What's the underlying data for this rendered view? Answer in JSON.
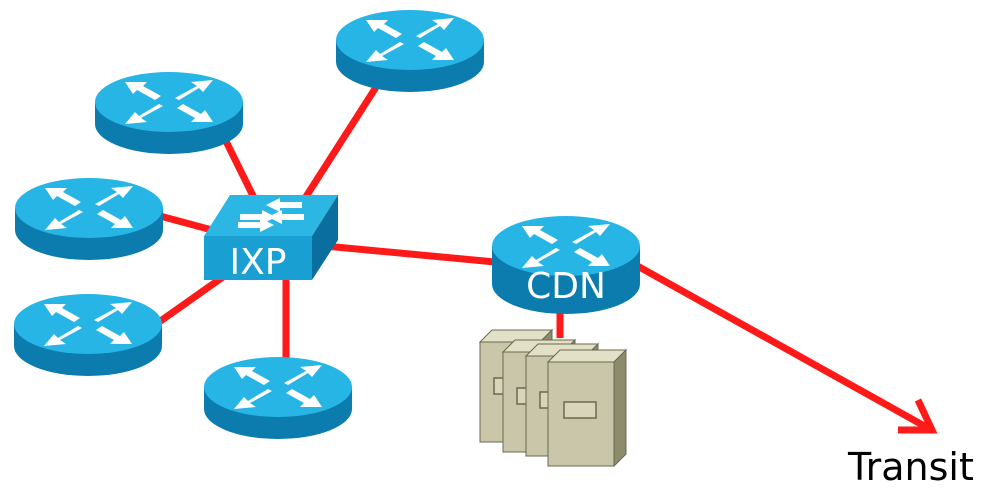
{
  "labels": {
    "ixp": "IXP",
    "cdn": "CDN",
    "transit": "Transit"
  },
  "colors": {
    "link": "#ff1a1a",
    "router_top": "#27b5e6",
    "router_side": "#0c7cae",
    "router_arrows": "#ffffff",
    "switch_top": "#2bb6e4",
    "switch_front": "#1a9fd3",
    "switch_side": "#0a6f9f",
    "server_body": "#c9c6a9",
    "server_side": "#8e8b6c"
  },
  "nodes": [
    {
      "id": "router-top",
      "type": "router"
    },
    {
      "id": "router-upper-left",
      "type": "router"
    },
    {
      "id": "router-left",
      "type": "router"
    },
    {
      "id": "router-lower-left",
      "type": "router"
    },
    {
      "id": "router-bottom",
      "type": "router"
    },
    {
      "id": "ixp",
      "type": "switch",
      "label_key": "ixp"
    },
    {
      "id": "cdn",
      "type": "router",
      "label_key": "cdn"
    },
    {
      "id": "server-stack",
      "type": "server",
      "count": 4
    }
  ],
  "links": [
    {
      "from": "ixp",
      "to": "router-top"
    },
    {
      "from": "ixp",
      "to": "router-upper-left"
    },
    {
      "from": "ixp",
      "to": "router-left"
    },
    {
      "from": "ixp",
      "to": "router-lower-left"
    },
    {
      "from": "ixp",
      "to": "router-bottom"
    },
    {
      "from": "ixp",
      "to": "cdn"
    },
    {
      "from": "cdn",
      "to": "server-stack"
    },
    {
      "from": "cdn",
      "to": "transit",
      "arrow": true
    }
  ]
}
